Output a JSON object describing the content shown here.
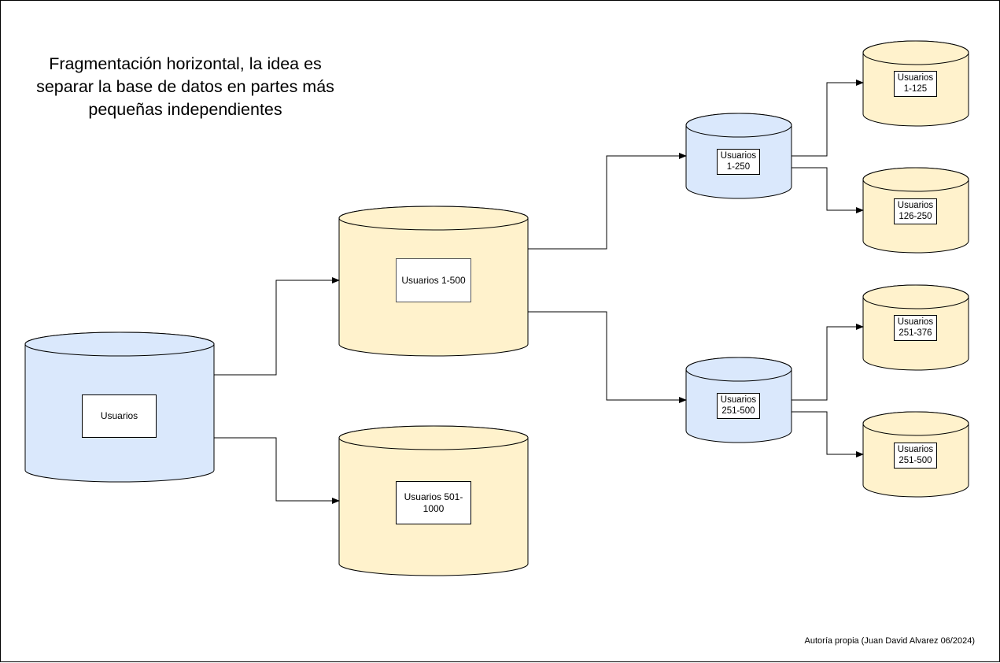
{
  "title": "Fragmentación horizontal, la idea es separar la base de datos en partes más pequeñas independientes",
  "credit": "Autoría propia (Juan David Alvarez 06/2024)",
  "colors": {
    "blue_fill": "#dae8fc",
    "yellow_fill": "#fff2cc",
    "stroke": "#000000"
  },
  "nodes": {
    "root": {
      "label": "Usuarios"
    },
    "u1_500": {
      "label": "Usuarios 1-500"
    },
    "u501_1000": {
      "label_line1": "Usuarios 501-",
      "label_line2": "1000"
    },
    "u1_250": {
      "label_line1": "Usuarios",
      "label_line2": "1-250"
    },
    "u251_500_mid": {
      "label_line1": "Usuarios",
      "label_line2": "251-500"
    },
    "u1_125": {
      "label_line1": "Usuarios",
      "label_line2": "1-125"
    },
    "u126_250": {
      "label_line1": "Usuarios",
      "label_line2": "126-250"
    },
    "u251_376": {
      "label_line1": "Usuarios",
      "label_line2": "251-376"
    },
    "u251_500_leaf": {
      "label_line1": "Usuarios",
      "label_line2": "251-500"
    }
  }
}
